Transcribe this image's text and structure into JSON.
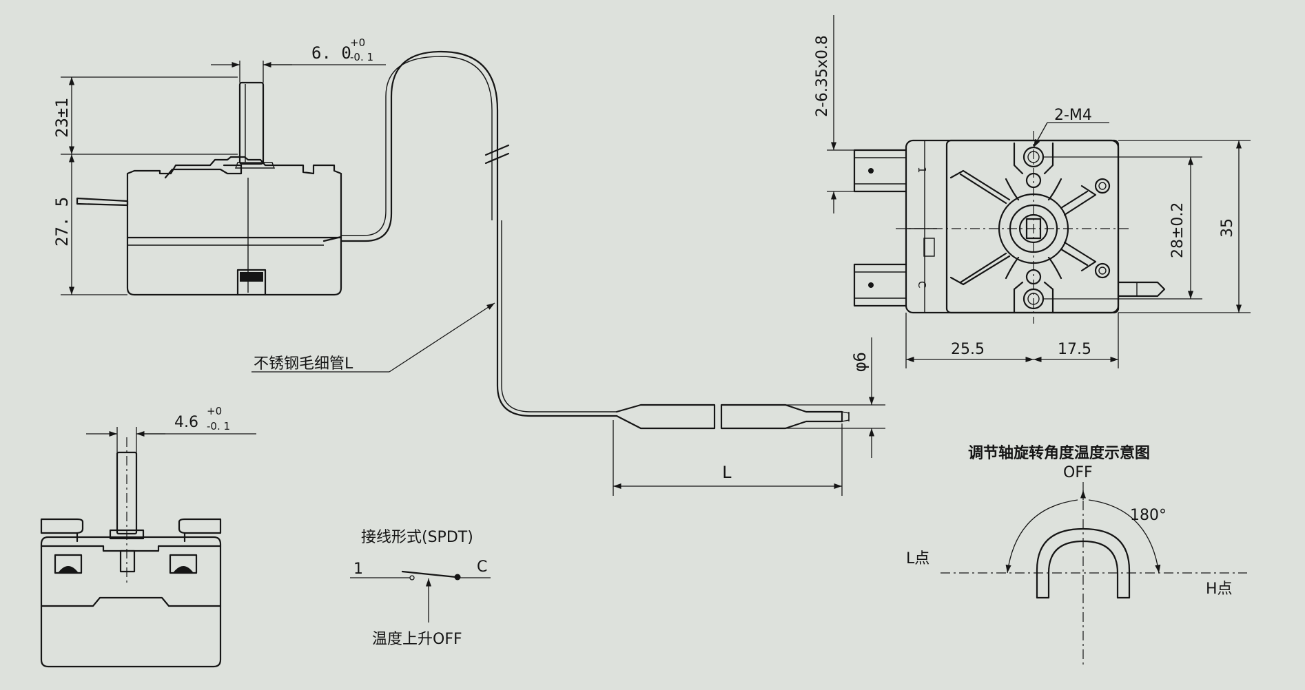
{
  "dimensions": {
    "shaft_width_front": "6. 0",
    "shaft_width_front_tol_plus": "+0",
    "shaft_width_front_tol_minus": "-0. 1",
    "shaft_height": "23±1",
    "body_height": "27. 5",
    "shaft_width_side": "4.6",
    "shaft_width_side_tol_plus": "+0",
    "shaft_width_side_tol_minus": "-0. 1",
    "terminal_size": "2-6.35x0.8",
    "mount_holes": "2-M4",
    "hole_spacing": "28±0.2",
    "body_width": "35",
    "dim_left": "25.5",
    "dim_right": "17.5",
    "bulb_diameter": "φ6",
    "bulb_length": "L"
  },
  "labels": {
    "capillary": "不锈钢毛细管L",
    "wiring_title": "接线形式(SPDT)",
    "wiring_terminal_1": "1",
    "wiring_terminal_c": "C",
    "wiring_note": "温度上升OFF",
    "rotation_title": "调节轴旋转角度温度示意图",
    "off_label": "OFF",
    "angle": "180°",
    "l_point": "L点",
    "h_point": "H点",
    "terminal_1_mark": "1",
    "terminal_c_mark": "C"
  }
}
